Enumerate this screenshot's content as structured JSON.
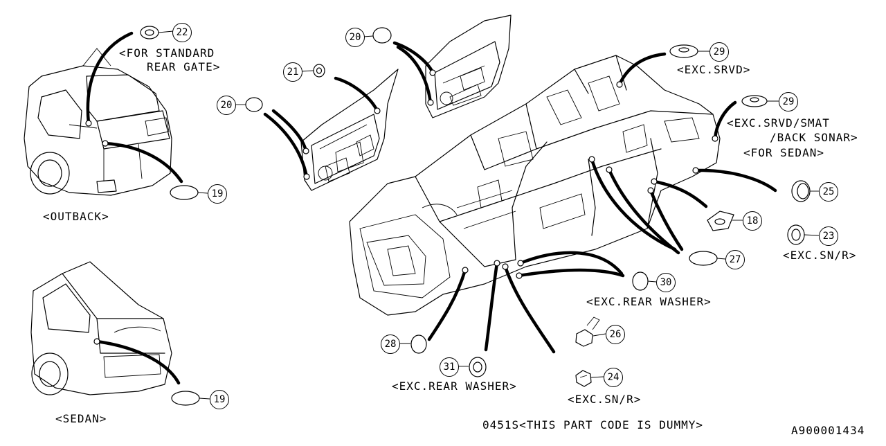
{
  "callouts": {
    "c18": "18",
    "c19a": "19",
    "c19b": "19",
    "c20a": "20",
    "c20b": "20",
    "c21": "21",
    "c22": "22",
    "c23": "23",
    "c24": "24",
    "c25": "25",
    "c26": "26",
    "c27": "27",
    "c28": "28",
    "c29a": "29",
    "c29b": "29",
    "c30": "30",
    "c31": "31"
  },
  "labels": {
    "for_standard_l1": "<FOR STANDARD",
    "for_standard_l2": "REAR GATE>",
    "outback": "<OUTBACK>",
    "sedan": "<SEDAN>",
    "exc_srvd": "<EXC.SRVD>",
    "exc_srvd_smat_l1": "<EXC.SRVD/SMAT",
    "exc_srvd_smat_l2": "/BACK SONAR>",
    "for_sedan": "<FOR SEDAN>",
    "exc_snr_23": "<EXC.SN/R>",
    "exc_rear_washer_30": "<EXC.REAR WASHER>",
    "exc_rear_washer_31": "<EXC.REAR WASHER>",
    "exc_snr_24": "<EXC.SN/R>",
    "dummy_note": "0451S<THIS PART CODE IS DUMMY>",
    "drawing_id": "A900001434"
  }
}
